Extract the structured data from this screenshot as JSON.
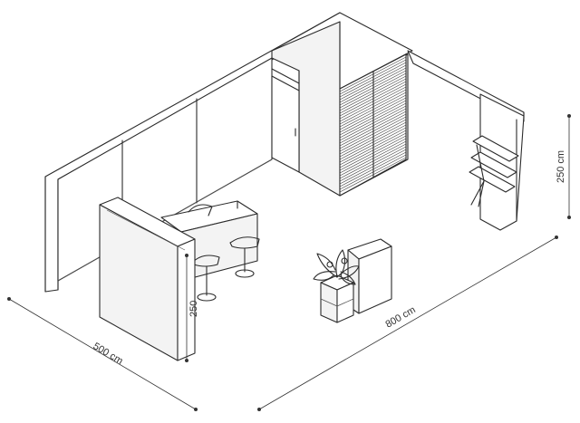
{
  "dimensions": {
    "depth_label": "500 cm",
    "width_label": "800 cm",
    "height_label": "250 cm",
    "counter_height_label": "250"
  }
}
